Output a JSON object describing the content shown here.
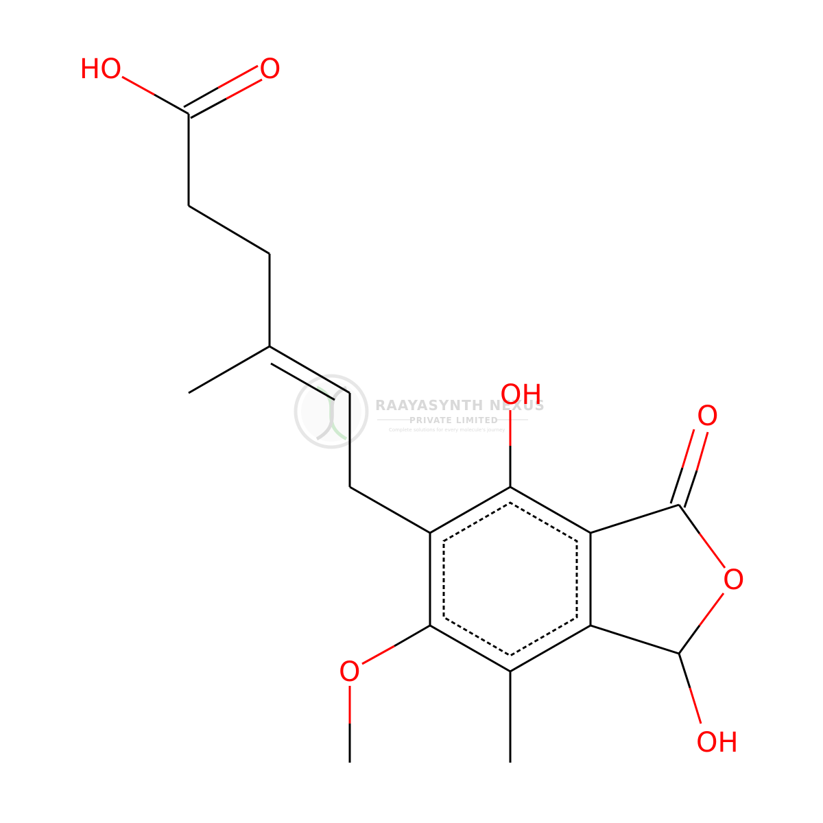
{
  "atoms": {
    "acid_oh": "HO",
    "acid_o": "O",
    "phenol_oh": "OH",
    "lactone_carbonyl_o": "O",
    "ring_o": "O",
    "methoxy_o": "O",
    "hemiacetal_oh": "OH"
  },
  "watermark": {
    "title": "RAAYASYNTH NEXUS",
    "subtitle": "PRIVATE LIMITED",
    "tagline": "Complete solutions for every molecule's journey"
  },
  "colors": {
    "bond": "#000000",
    "heteroatom": "#ff0000",
    "watermark": "#d9d9d9"
  }
}
